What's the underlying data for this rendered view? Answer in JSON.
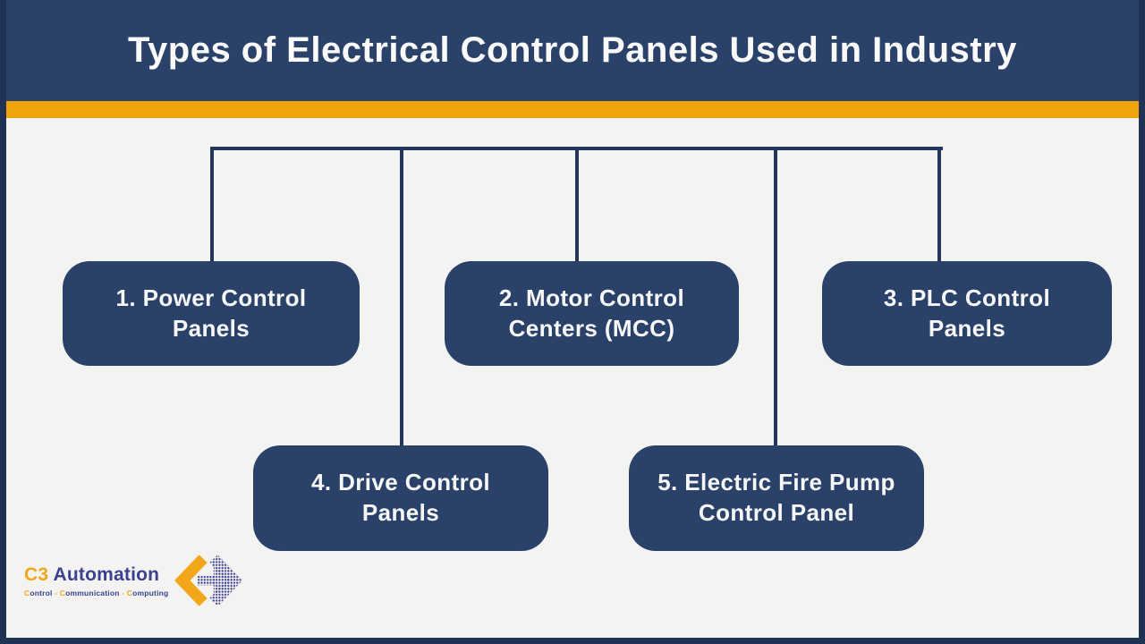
{
  "title": "Types of Electrical Control Panels Used in Industry",
  "panels": [
    {
      "label": "1. Power Control Panels"
    },
    {
      "label": "2. Motor Control Centers (MCC)"
    },
    {
      "label": "3. PLC Control Panels"
    },
    {
      "label": "4. Drive Control Panels"
    },
    {
      "label": "5. Electric Fire Pump Control Panel"
    }
  ],
  "logo": {
    "brand_prefix": "C3",
    "brand_name": "Automation",
    "tagline_parts": [
      {
        "text": "C"
      },
      {
        "text": "ontrol"
      },
      {
        "text": " - "
      },
      {
        "text": "C"
      },
      {
        "text": "ommunication"
      },
      {
        "text": " - "
      },
      {
        "text": "C"
      },
      {
        "text": "omputing"
      }
    ],
    "mark": "angle-brackets-arrow-icon"
  },
  "colors": {
    "header_navy": "#2A4169",
    "frame_navy": "#203253",
    "accent_orange": "#EFA50A",
    "background": "#F3F3F2",
    "connector_navy": "#22355C",
    "box_navy": "#2A4169",
    "box_text": "#F7F7F7",
    "logo_orange": "#F2A71B",
    "logo_blue": "#3C418E"
  }
}
